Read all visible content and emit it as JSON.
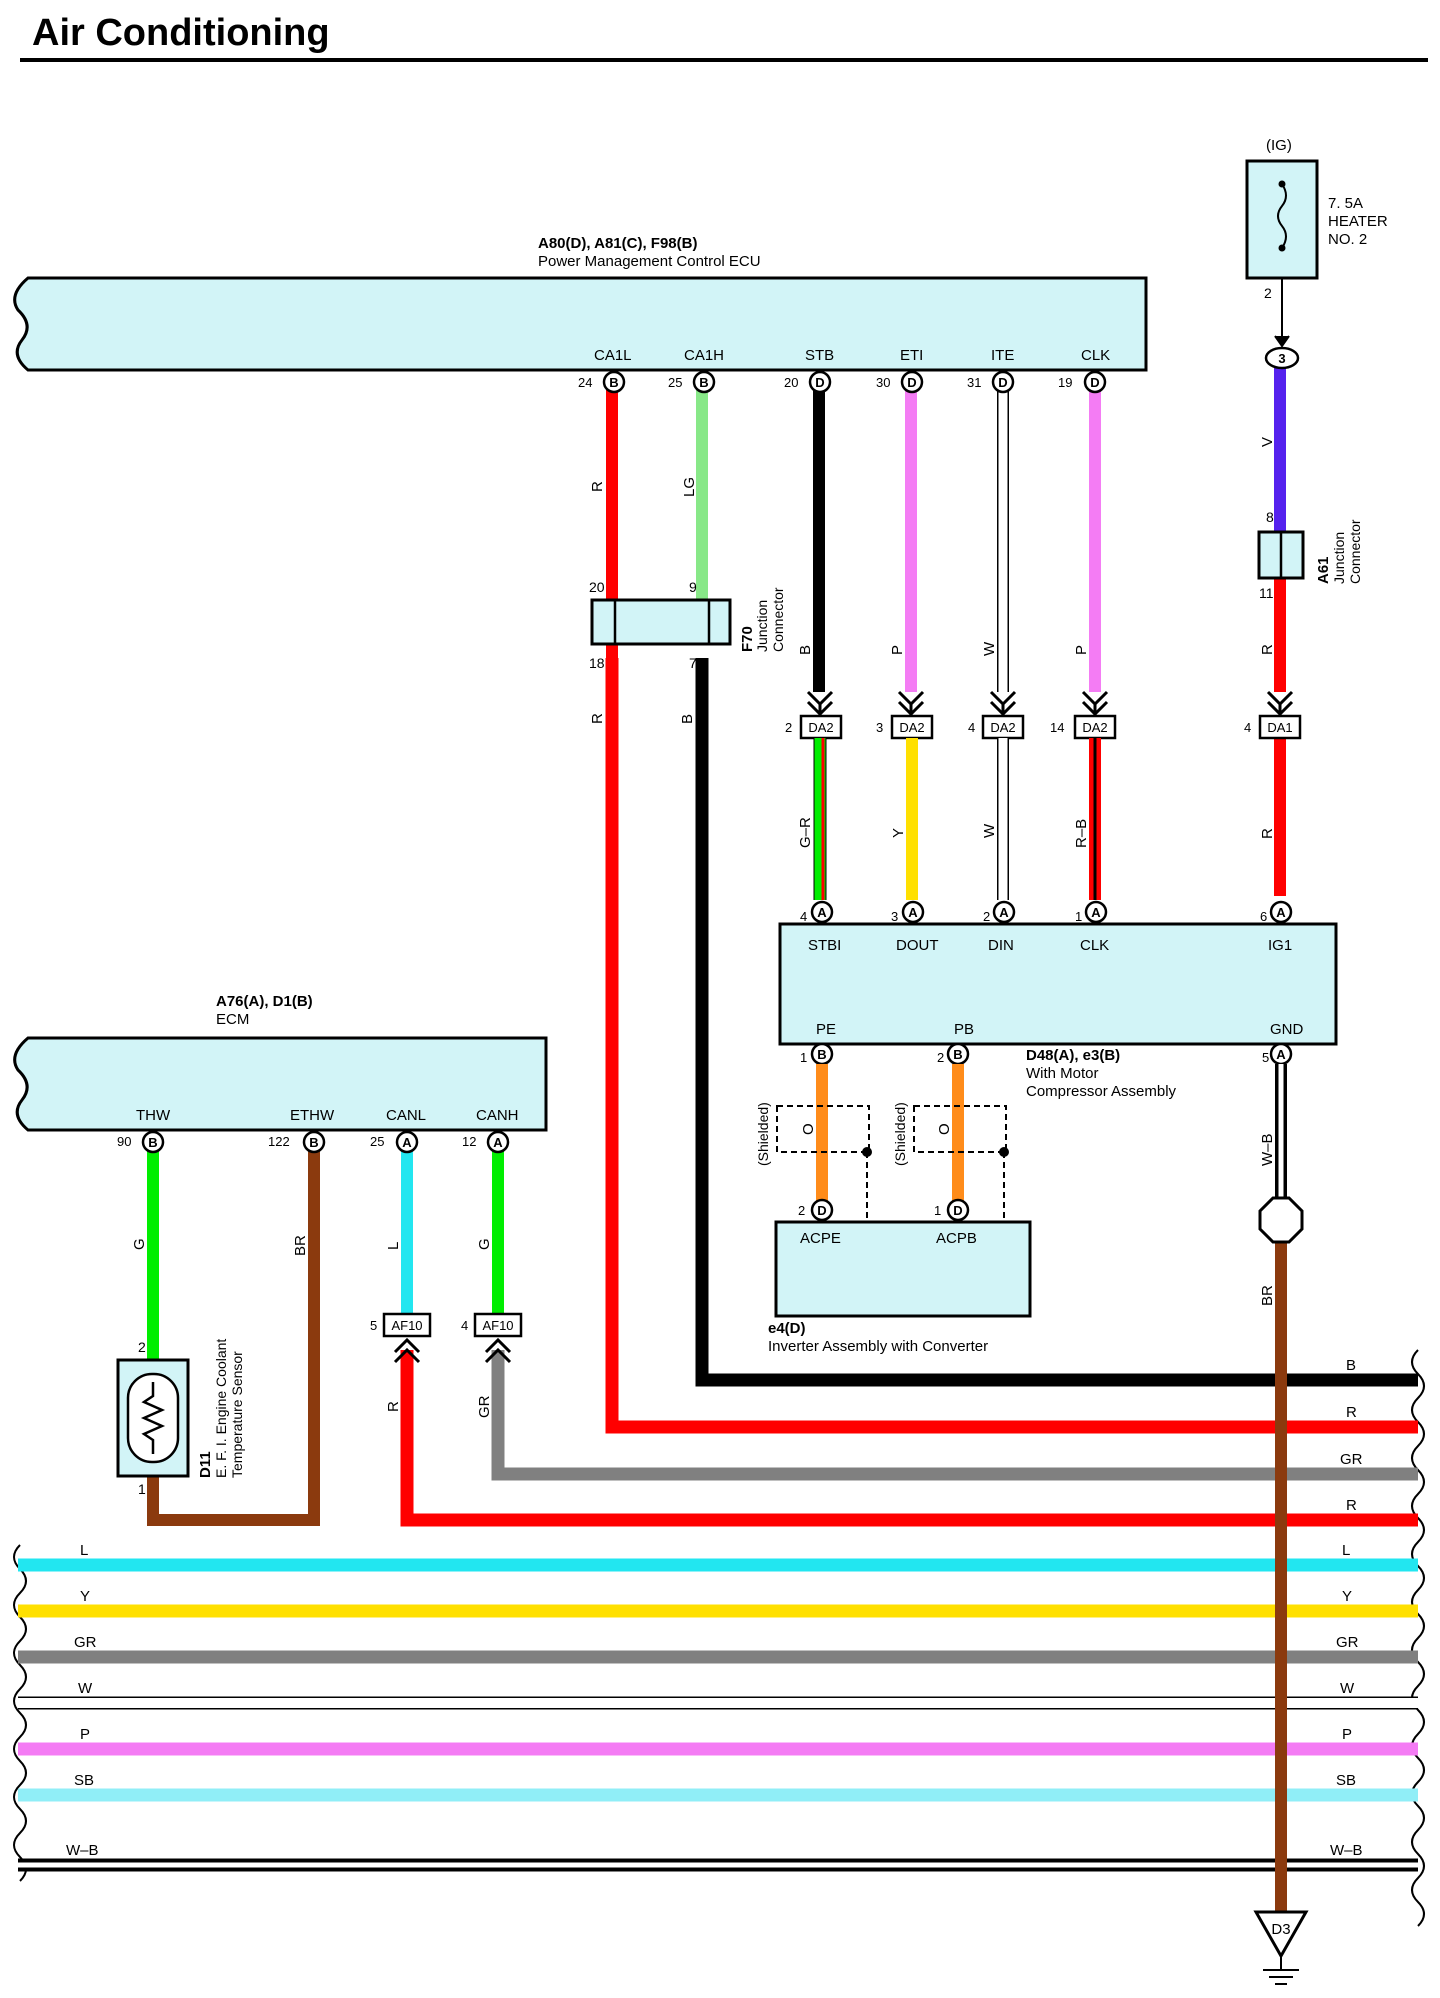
{
  "title": "Air Conditioning",
  "colors": {
    "R": "#ff0000",
    "LG": "#88e888",
    "B": "#000000",
    "P": "#f47cf4",
    "W": "#ffffff",
    "V": "#5522ee",
    "Y": "#ffe000",
    "G": "#00ee00",
    "BR": "#8b3a0e",
    "L": "#22e6f0",
    "GR": "#808080",
    "O": "#ff8c1a",
    "SB": "#90eef7",
    "box": "#d2f4f7"
  },
  "fuse": {
    "source": "(IG)",
    "label": [
      "7. 5A",
      "HEATER",
      "NO. 2"
    ],
    "pin": "2"
  },
  "pmecu": {
    "title": "A80(D), A81(C), F98(B)",
    "subtitle": "Power Management Control ECU",
    "terminals": [
      {
        "name": "CA1L",
        "pin": "24",
        "conn": "B"
      },
      {
        "name": "CA1H",
        "pin": "25",
        "conn": "B"
      },
      {
        "name": "STB",
        "pin": "20",
        "conn": "D"
      },
      {
        "name": "ETI",
        "pin": "30",
        "conn": "D"
      },
      {
        "name": "ITE",
        "pin": "31",
        "conn": "D"
      },
      {
        "name": "CLK",
        "pin": "19",
        "conn": "D"
      }
    ]
  },
  "f70": {
    "id": "F70",
    "name": [
      "Junction",
      "Connector"
    ],
    "pins": [
      "20",
      "9",
      "18",
      "7"
    ]
  },
  "a61": {
    "id": "A61",
    "name": [
      "Junction",
      "Connector"
    ],
    "pins": [
      "8",
      "11"
    ],
    "top_pin": "3"
  },
  "da_connectors": [
    {
      "label": "DA2",
      "pin": "2"
    },
    {
      "label": "DA2",
      "pin": "3"
    },
    {
      "label": "DA2",
      "pin": "4"
    },
    {
      "label": "DA2",
      "pin": "14"
    },
    {
      "label": "DA1",
      "pin": "4"
    }
  ],
  "wire_labels": {
    "ca1l_top": "R",
    "ca1h_top": "LG",
    "stb_top": "B",
    "eti_top": "P",
    "ite_top": "W",
    "clk_top": "P",
    "ig_top": "V",
    "ig_mid": "R",
    "ig_low": "R",
    "ca1l_low": "R",
    "b_low": "B",
    "stbi": "G–R",
    "dout": "Y",
    "din": "W",
    "clk_low": "R–B",
    "pe": "O",
    "pb": "O",
    "gnd": "W–B",
    "gnd_low": "BR",
    "thw": "G",
    "ethw": "BR",
    "canl": "L",
    "canh": "G",
    "canl_low": "R",
    "canh_low": "GR"
  },
  "compressor": {
    "id": "D48(A), e3(B)",
    "name": [
      "With Motor",
      "Compressor Assembly"
    ],
    "top_terminals": [
      {
        "name": "STBI",
        "pin": "4",
        "conn": "A"
      },
      {
        "name": "DOUT",
        "pin": "3",
        "conn": "A"
      },
      {
        "name": "DIN",
        "pin": "2",
        "conn": "A"
      },
      {
        "name": "CLK",
        "pin": "1",
        "conn": "A"
      },
      {
        "name": "IG1",
        "pin": "6",
        "conn": "A"
      }
    ],
    "bottom_terminals": [
      {
        "name": "PE",
        "pin": "1",
        "conn": "B"
      },
      {
        "name": "PB",
        "pin": "2",
        "conn": "B"
      },
      {
        "name": "GND",
        "pin": "5",
        "conn": "A"
      }
    ]
  },
  "shield_label": "(Shielded)",
  "inverter": {
    "id": "e4(D)",
    "name": "Inverter Assembly with Converter",
    "terminals": [
      {
        "name": "ACPE",
        "pin": "2",
        "conn": "D"
      },
      {
        "name": "ACPB",
        "pin": "1",
        "conn": "D"
      }
    ]
  },
  "ecm": {
    "title": "A76(A), D1(B)",
    "subtitle": "ECM",
    "terminals": [
      {
        "name": "THW",
        "pin": "90",
        "conn": "B"
      },
      {
        "name": "ETHW",
        "pin": "122",
        "conn": "B"
      },
      {
        "name": "CANL",
        "pin": "25",
        "conn": "A"
      },
      {
        "name": "CANH",
        "pin": "12",
        "conn": "A"
      }
    ]
  },
  "af10": [
    {
      "label": "AF10",
      "pin": "5"
    },
    {
      "label": "AF10",
      "pin": "4"
    }
  ],
  "sensor": {
    "id": "D11",
    "name": [
      "E. F. I. Engine Coolant",
      "Temperature Sensor"
    ],
    "pins": [
      "2",
      "1"
    ]
  },
  "continuation_right": [
    "B",
    "R",
    "GR",
    "R"
  ],
  "buses": [
    "L",
    "Y",
    "GR",
    "W",
    "P",
    "SB",
    "W–B"
  ],
  "ground": {
    "label": "D3"
  }
}
